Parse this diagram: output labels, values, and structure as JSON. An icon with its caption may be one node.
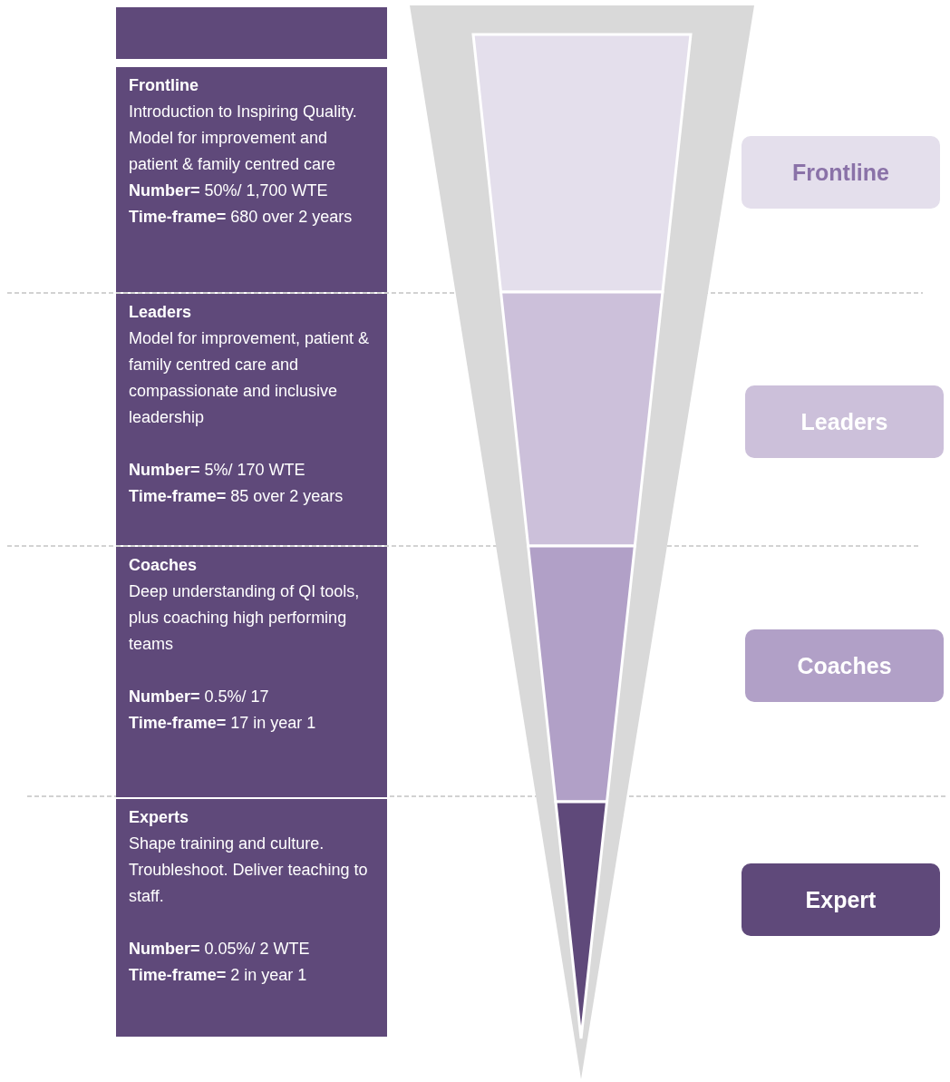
{
  "diagram": {
    "nodes": [
      {
        "text": [],
        "shape": "box"
      },
      {
        "text": [
          "Frontline",
          "Introduction to Inspiring Quality.  Model for improvement and patient & family centred care",
          "**Number=** 50%/ 1,700 WTE",
          "**Time-frame=**  680 over 2 years"
        ]
      },
      {
        "text": [
          "Leaders",
          "Model for improvement, patient & family centred care and compassionate and inclusive leadership",
          "**Number=** 5%/ 170 WTE",
          "**Time-frame=**  85 over 2 years"
        ]
      },
      {
        "text": [
          "Coaches",
          "Deep understanding of QI tools, plus coaching high performing teams",
          "**Number=** 0.5%/  17",
          "**Time-frame=** 17 in year 1"
        ]
      },
      {
        "text": [
          "Experts",
          "Shape training and culture. Troubleshoot. Deliver teaching to staff.",
          "**Number=** 0.05%/ 2 WTE",
          "**Time-frame=**  2 in year 1"
        ]
      },
      {
        "text": [
          "Frontline"
        ]
      },
      {
        "text": [
          "Leaders"
        ]
      },
      {
        "text": [
          "Coaches"
        ]
      },
      {
        "text": [
          "Expert"
        ]
      }
    ]
  }
}
